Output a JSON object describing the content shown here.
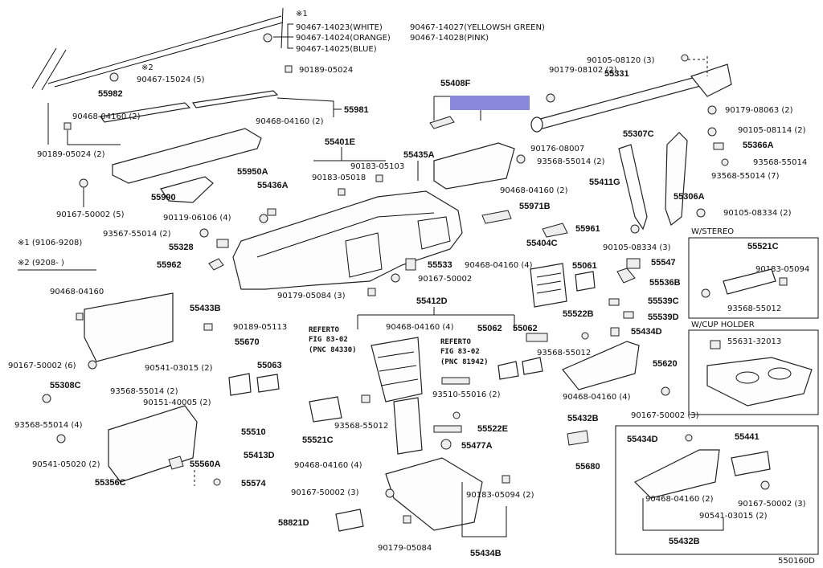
{
  "diagram_id": "550160D",
  "legend": {
    "note1_label": "※1 (9106-9208)",
    "note2_label": "※2 (9208-     )"
  },
  "top_notes": {
    "mark1": "※1",
    "mark2": "※2",
    "clips": [
      "90467-14023(WHITE)",
      "90467-14024(ORANGE)",
      "90467-14025(BLUE)",
      "90467-14027(YELLOWSH GREEN)",
      "90467-14028(PINK)"
    ]
  },
  "boxes": {
    "stereo_title": "W/STEREO",
    "cup_title": "W/CUP HOLDER"
  },
  "references": {
    "ref1_line1": "REFERTO",
    "ref1_line2": "FIG 83-02",
    "ref1_line3": "(PNC 84330)",
    "ref2_line1": "REFERTO",
    "ref2_line2": "FIG 83-02",
    "ref2_line3": "(PNC 81942)"
  },
  "labels": {
    "l_90189_05024_top": "90189-05024",
    "l_90467_15024": "90467-15024 (5)",
    "l_55982": "55982",
    "l_90468_04160_a": "90468-04160 (2)",
    "l_55981": "55981",
    "l_90468_04160_b": "90468-04160 (2)",
    "l_90189_05024_b": "90189-05024 (2)",
    "l_55950a": "55950A",
    "l_55990": "55990",
    "l_90167_50002_5": "90167-50002 (5)",
    "l_55401e": "55401E",
    "l_90183_05018": "90183-05018",
    "l_90183_05103": "90183-05103",
    "l_55436a": "55436A",
    "l_55435a": "55435A",
    "l_90119_06106": "90119-06106 (4)",
    "l_93567_55014": "93567-55014 (2)",
    "l_55328": "55328",
    "l_55962": "55962",
    "l_55533": "55533",
    "l_90167_50002_c": "90167-50002",
    "l_90179_05084_3": "90179-05084 (3)",
    "l_55408f": "55408F",
    "l_90179_08102": "90179-08102 (2)",
    "l_90105_08120": "90105-08120 (3)",
    "l_55331": "55331",
    "l_90179_08063": "90179-08063 (2)",
    "l_55307c": "55307C",
    "l_90105_08114": "90105-08114 (2)",
    "l_55366a": "55366A",
    "l_93568_55014_r": "93568-55014",
    "l_93568_55014_7": "93568-55014 (7)",
    "l_90176_08007": "90176-08007",
    "l_93568_55014_2a": "93568-55014 (2)",
    "l_55411g": "55411G",
    "l_90468_04160_c": "90468-04160 (2)",
    "l_55306a": "55306A",
    "l_55971b": "55971B",
    "l_55961": "55961",
    "l_90105_08334_2": "90105-08334 (2)",
    "l_90105_08334_3": "90105-08334 (3)",
    "l_55404c": "55404C",
    "l_90468_04160_4a": "90468-04160 (4)",
    "l_55061": "55061",
    "l_55547": "55547",
    "l_55536b": "55536B",
    "l_55539c": "55539C",
    "l_55539d": "55539D",
    "l_90468_04160_l": "90468-04160",
    "l_55433b": "55433B",
    "l_90189_05113": "90189-05113",
    "l_90167_50002_6": "90167-50002 (6)",
    "l_90541_03015_2a": "90541-03015 (2)",
    "l_55670": "55670",
    "l_55063": "55063",
    "l_55308c": "55308C",
    "l_93568_55014_2b": "93568-55014 (2)",
    "l_90151_40005": "90151-40005 (2)",
    "l_93568_55014_4": "93568-55014 (4)",
    "l_55510": "55510",
    "l_90541_05020": "90541-05020 (2)",
    "l_55560a": "55560A",
    "l_55356c": "55356C",
    "l_55574": "55574",
    "l_55412d": "55412D",
    "l_90468_04160_4b": "90468-04160 (4)",
    "l_55062a": "55062",
    "l_55062b": "55062",
    "l_55522b": "55522B",
    "l_55434d_m": "55434D",
    "l_93568_55012_m": "93568-55012",
    "l_93510_55016": "93510-55016 (2)",
    "l_55522e": "55522E",
    "l_55477a": "55477A",
    "l_93568_55012_l": "93568-55012",
    "l_55521c_l": "55521C",
    "l_55413d": "55413D",
    "l_90468_04160_4c": "90468-04160 (4)",
    "l_90167_50002_3a": "90167-50002 (3)",
    "l_90183_05094": "90183-05094 (2)",
    "l_58821d": "58821D",
    "l_90179_05084_b": "90179-05084",
    "l_55434b": "55434B",
    "l_55620": "55620",
    "l_90468_04160_4d": "90468-04160 (4)",
    "l_55432b_m": "55432B",
    "l_90167_50002_3b": "90167-50002 (3)",
    "l_55680": "55680",
    "l_55521c_r": "55521C",
    "l_90183_05094_r": "90183-05094",
    "l_93568_55012_r": "93568-55012",
    "l_55631_32013": "55631-32013",
    "l_55434d_b": "55434D",
    "l_55441": "55441",
    "l_90468_04160_2e": "90468-04160 (2)",
    "l_90167_50002_3c": "90167-50002 (3)",
    "l_90541_03015_2b": "90541-03015 (2)",
    "l_55432b_b": "55432B"
  }
}
